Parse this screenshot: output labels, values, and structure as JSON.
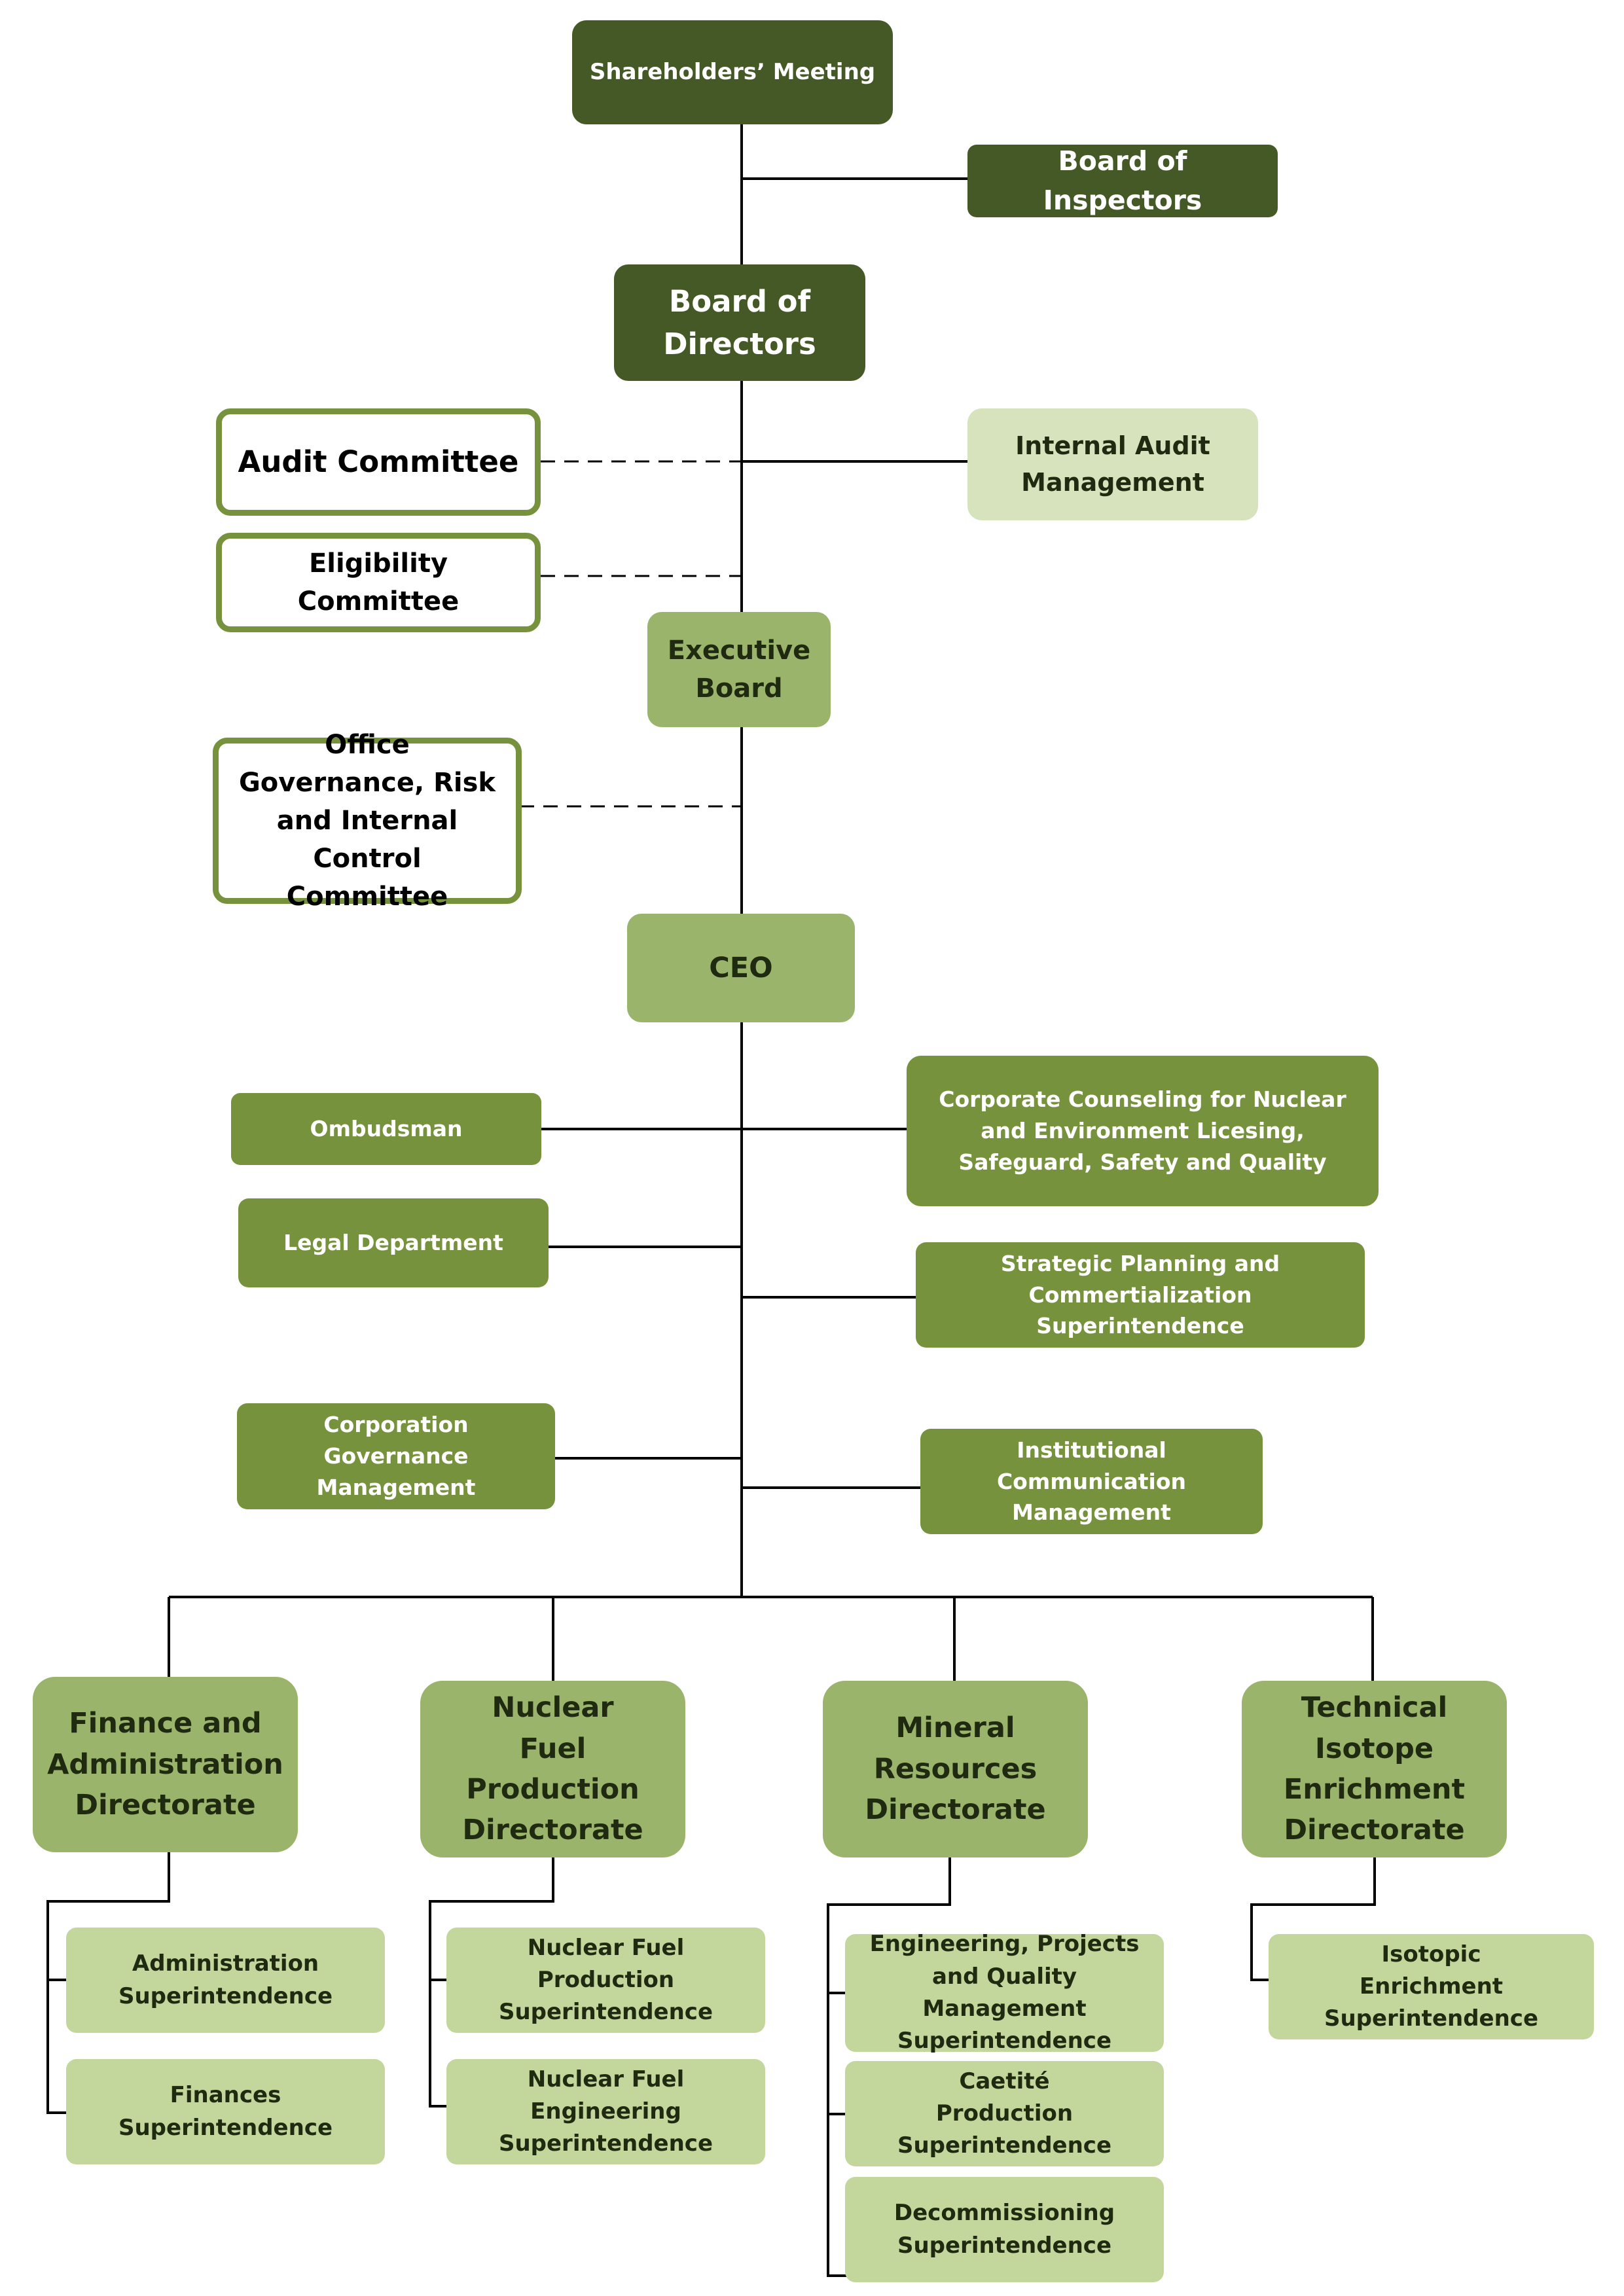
{
  "top": {
    "shareholders": "Shareholders’ Meeting",
    "inspectors": "Board of Inspectors",
    "board_directors": "Board of Directors"
  },
  "committees": {
    "audit_committee": "Audit Committee",
    "eligibility_committee": "Eligibility Committee",
    "internal_audit": "Internal Audit Management",
    "executive_board": "Executive Board",
    "governance_committee": "Office Governance, Risk and Internal Control Committee"
  },
  "ceo": "CEO",
  "staff": {
    "ombudsman": "Ombudsman",
    "legal": "Legal Department",
    "corp_governance": "Corporation Governance Management",
    "counseling": "Corporate Counseling for Nuclear and Environment Licesing, Safeguard, Safety and Quality",
    "strategic": "Strategic Planning and Commertialization Superintendence",
    "communication": "Institutional Communication Management"
  },
  "directorates": {
    "finance": "Finance and Administration Directorate",
    "fuel": "Nuclear Fuel Production Directorate",
    "mineral": "Mineral Resources Directorate",
    "isotope": "Technical Isotope Enrichment Directorate"
  },
  "superintendences": {
    "administration": "Administration Superintendence",
    "finances": "Finances Superintendence",
    "fuel_production": "Nuclear Fuel Production Superintendence",
    "fuel_engineering": "Nuclear Fuel Engineering Superintendence",
    "engineering": "Engineering, Projects and Quality Management Superintendence",
    "caetite": "Caetité Production Superintendence",
    "decommissioning": "Decommissioning Superintendence",
    "isotopic": "Isotopic Enrichment Superintendence"
  }
}
